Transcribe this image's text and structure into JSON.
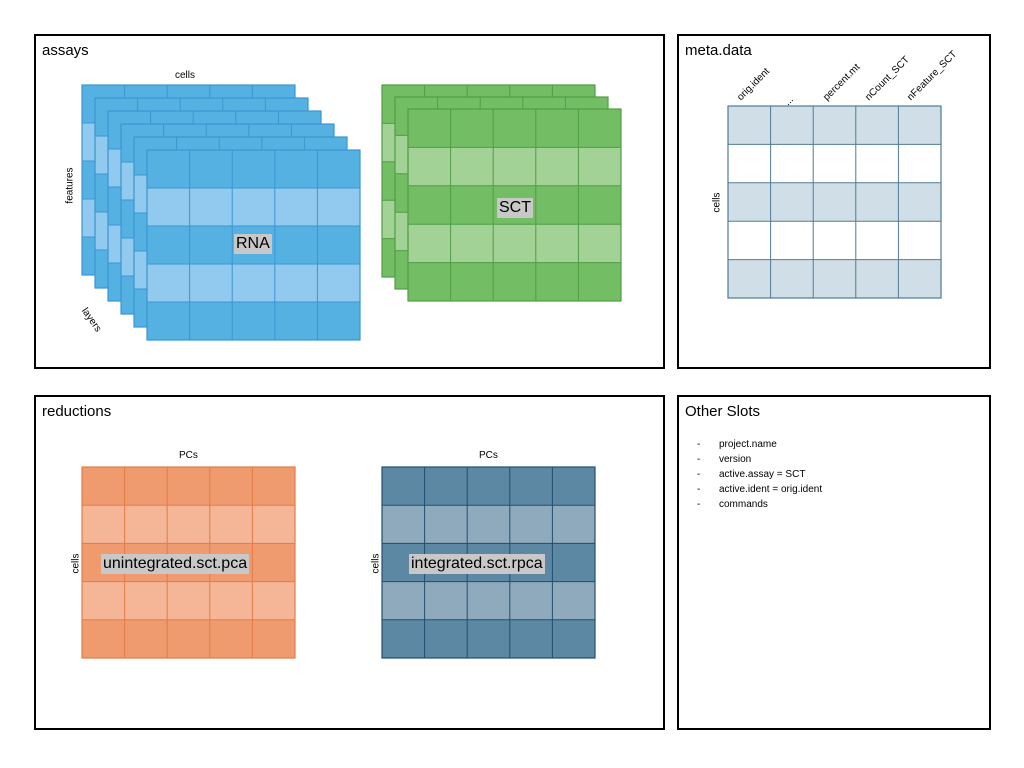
{
  "assays": {
    "title": "assays",
    "cells_label": "cells",
    "features_label": "features",
    "layers_label": "layers",
    "rna_label": "RNA",
    "sct_label": "SCT",
    "colors": {
      "rna_dark": "#56b1e3",
      "rna_light": "#92c9ee",
      "rna_line": "#3a96d0",
      "sct_dark": "#73bd65",
      "sct_light": "#a3d296",
      "sct_line": "#4f9e44"
    }
  },
  "meta": {
    "title": "meta.data",
    "cells_label": "cells",
    "columns": [
      "orig.ident",
      "...",
      "percent.mt",
      "nCount_SCT",
      "nFeature_SCT"
    ],
    "colors": {
      "fill": "#d0dfe7",
      "line": "#4f7b96"
    }
  },
  "reductions": {
    "title": "reductions",
    "pcs_label_left": "PCs",
    "pcs_label_right": "PCs",
    "cells_label_left": "cells",
    "cells_label_right": "cells",
    "left_label": "unintegrated.sct.pca",
    "right_label": "integrated.sct.rpca",
    "colors": {
      "orange_dark": "#ef9a6f",
      "orange_light": "#f4b696",
      "orange_line": "#e47c45",
      "blue_dark": "#5d88a3",
      "blue_light": "#8fa9bd",
      "blue_line": "#1f4f70"
    }
  },
  "other": {
    "title": "Other Slots",
    "items": [
      "project.name",
      "version",
      "active.assay = SCT",
      "active.ident = orig.ident",
      "commands"
    ]
  }
}
